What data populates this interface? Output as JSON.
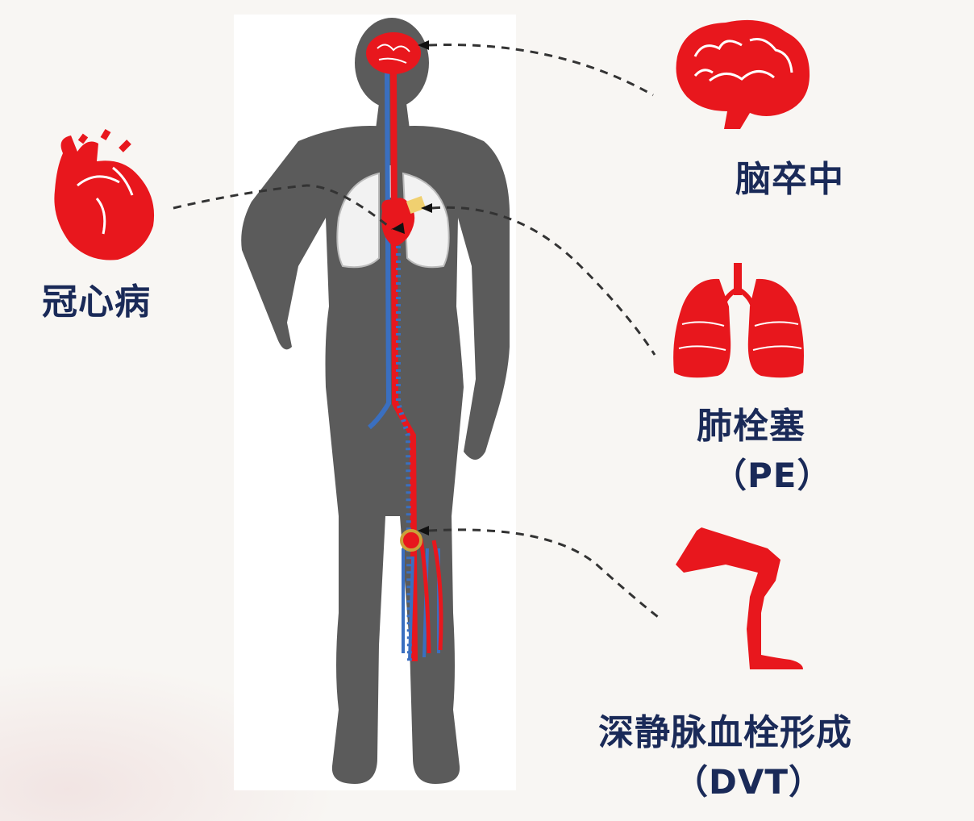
{
  "labels": {
    "stroke": "脑卒中",
    "coronary_heart_disease": "冠心病",
    "pulmonary_embolism": "肺栓塞",
    "pulmonary_embolism_abbr": "（PE）",
    "deep_vein_thrombosis": "深静脉血栓形成",
    "deep_vein_thrombosis_abbr": "（DVT）"
  },
  "colors": {
    "organ_red": "#e8171d",
    "label_navy": "#1a2a58",
    "silhouette_gray": "#5b5b5b",
    "vein_blue": "#3a6fc0",
    "leader_line": "#333333"
  },
  "icons": [
    "brain-icon",
    "heart-icon",
    "lungs-icon",
    "leg-icon",
    "human-silhouette"
  ]
}
